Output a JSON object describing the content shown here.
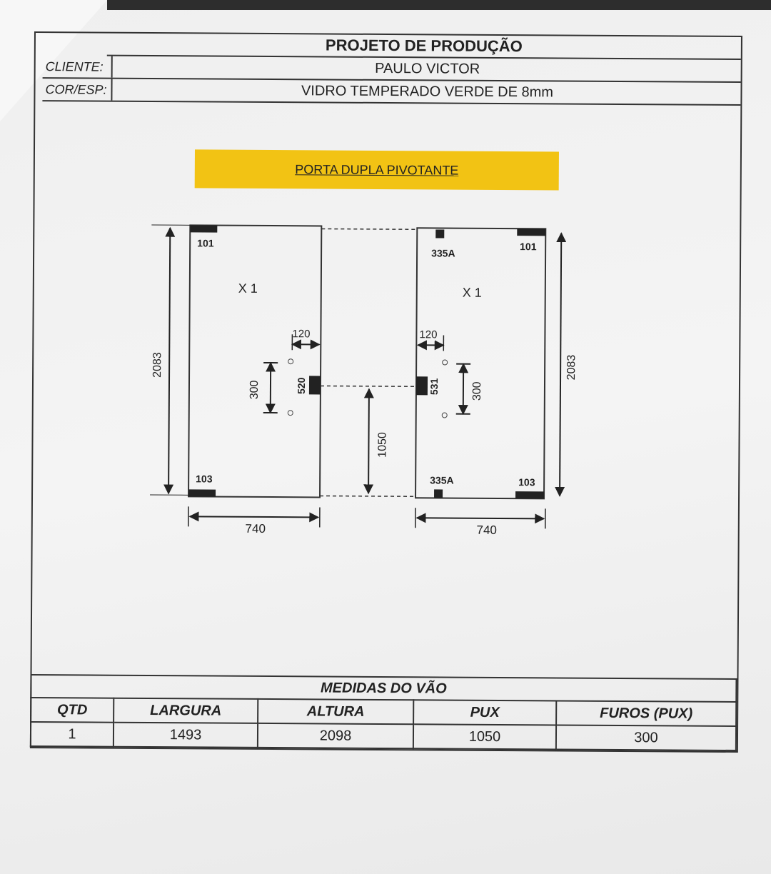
{
  "document": {
    "title": "PROJETO DE PRODUÇÃO",
    "client_label": "CLIENTE:",
    "client_value": "PAULO VICTOR",
    "spec_label": "COR/ESP:",
    "spec_value": "VIDRO TEMPERADO VERDE DE 8mm",
    "banner": "PORTA DUPLA PIVOTANTE",
    "banner_color": "#f2c314"
  },
  "left_panel": {
    "top_code": "101",
    "bottom_code": "103",
    "quantity": "X 1",
    "handle_offset": "120",
    "hole_spacing": "300",
    "handle_code": "520",
    "height": "2083",
    "width": "740"
  },
  "right_panel": {
    "top_code_pivot": "335A",
    "top_code": "101",
    "bottom_code_pivot": "335A",
    "bottom_code": "103",
    "quantity": "X 1",
    "handle_offset": "120",
    "hole_spacing": "300",
    "handle_code": "531",
    "height": "2083",
    "width": "740"
  },
  "handle_height": "1050",
  "measures": {
    "title": "MEDIDAS DO VÃO",
    "headers": [
      "QTD",
      "LARGURA",
      "ALTURA",
      "PUX",
      "FUROS (PUX)"
    ],
    "values": [
      "1",
      "1493",
      "2098",
      "1050",
      "300"
    ]
  }
}
